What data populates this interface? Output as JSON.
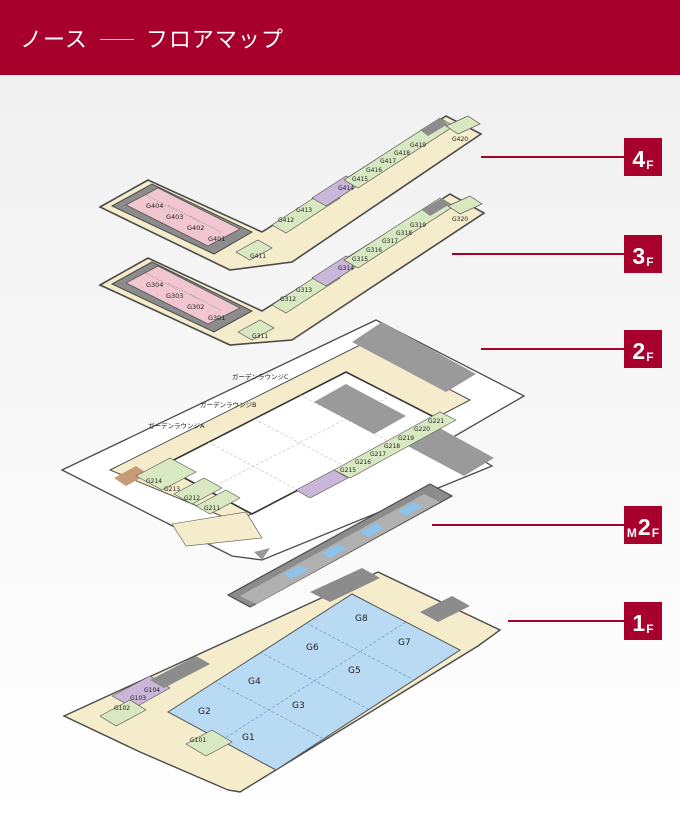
{
  "header": {
    "title_left": "ノース",
    "title_right": "フロアマップ",
    "background_color": "#a8002c"
  },
  "floors": {
    "f4": {
      "num": "4",
      "suffix": "F",
      "prefix": ""
    },
    "f3": {
      "num": "3",
      "suffix": "F",
      "prefix": ""
    },
    "f2": {
      "num": "2",
      "suffix": "F",
      "prefix": ""
    },
    "m2f": {
      "num": "2",
      "suffix": "F",
      "prefix": "M"
    },
    "f1": {
      "num": "1",
      "suffix": "F",
      "prefix": ""
    }
  },
  "rooms": {
    "f4": [
      "G404",
      "G403",
      "G402",
      "G401",
      "G411",
      "G412",
      "G413",
      "G414",
      "G415",
      "G416",
      "G417",
      "G418",
      "G419",
      "G420"
    ],
    "f3": [
      "G304",
      "G303",
      "G302",
      "G301",
      "G311",
      "G312",
      "G313",
      "G314",
      "G315",
      "G316",
      "G317",
      "G318",
      "G319",
      "G320"
    ],
    "f2": [
      "G211",
      "G212",
      "G213",
      "G214",
      "G215",
      "G216",
      "G217",
      "G218",
      "G219",
      "G220",
      "G221"
    ],
    "f2_lounges": [
      "ガーデンラウンジA",
      "ガーデンラウンジB",
      "ガーデンラウンジC"
    ],
    "f1_halls": [
      "G1",
      "G2",
      "G3",
      "G4",
      "G5",
      "G6",
      "G7",
      "G8"
    ],
    "f1_small": [
      "G101",
      "G102",
      "G103",
      "G104"
    ]
  },
  "colors": {
    "accent": "#a8002c",
    "pink_room": "#f2c6d0",
    "green_room": "#d8e9c2",
    "purple_room": "#c9b6d9",
    "corridor": "#f4eccb",
    "hall_blue": "#b9daf3",
    "service_gray": "#9a9a9a",
    "wall": "#4a4a4a"
  }
}
